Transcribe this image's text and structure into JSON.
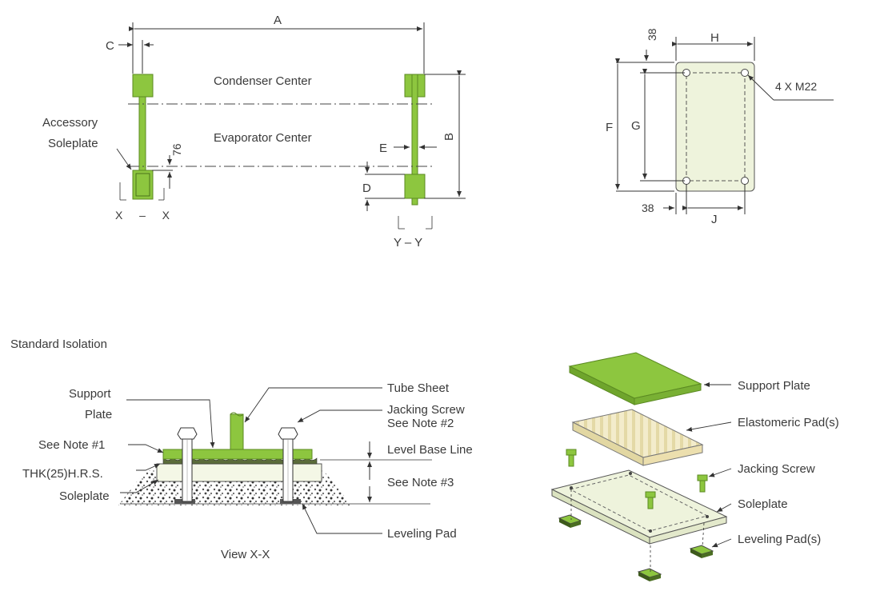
{
  "top_left_view": {
    "dim_A": "A",
    "dim_B": "B",
    "dim_C": "C",
    "dim_D": "D",
    "dim_E": "E",
    "dim_76": "76",
    "condenser_center": "Condenser Center",
    "evaporator_center": "Evaporator Center",
    "accessory_soleplate_line1": "Accessory",
    "accessory_soleplate_line2": "Soleplate",
    "section_xx": "X – X",
    "section_yy": "Y – Y"
  },
  "plate_view": {
    "dim_F": "F",
    "dim_G": "G",
    "dim_H": "H",
    "dim_J": "J",
    "dim_38_top": "38",
    "dim_38_bottom": "38",
    "bolt_label": "4 X M22"
  },
  "isolation_view": {
    "title": "Standard Isolation",
    "support_plate_line1": "Support",
    "support_plate_line2": "Plate",
    "see_note_1": "See Note #1",
    "thk": "THK(25)H.R.S.",
    "soleplate": "Soleplate",
    "tube_sheet": "Tube Sheet",
    "jacking_screw_line1": "Jacking Screw",
    "jacking_screw_line2": "See Note #2",
    "level_base_line": "Level Base Line",
    "see_note_3": "See Note #3",
    "leveling_pad": "Leveling Pad",
    "view_label": "View X-X"
  },
  "exploded_view": {
    "support_plate": "Support  Plate",
    "elastomeric_pads": "Elastomeric Pad(s)",
    "jacking_screw": "Jacking Screw",
    "soleplate": "Soleplate",
    "leveling_pads": "Leveling Pad(s)"
  },
  "colors": {
    "accent_green": "#8dc63f",
    "plate_cream": "#eef3dc"
  }
}
